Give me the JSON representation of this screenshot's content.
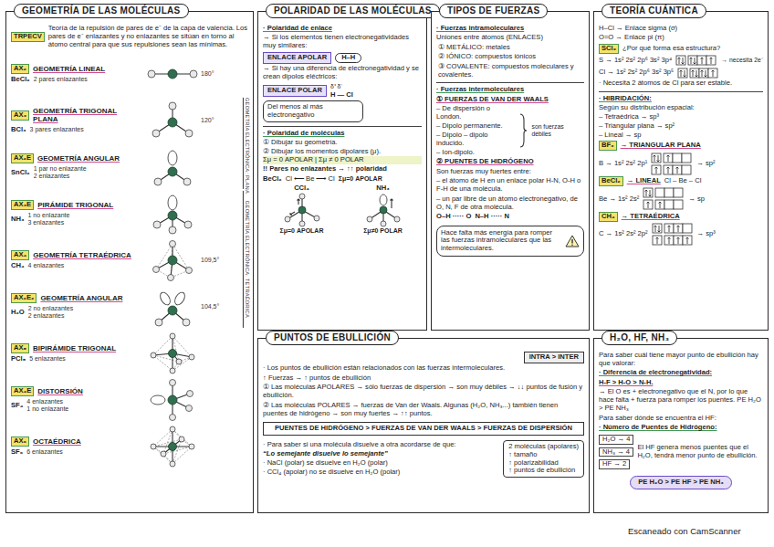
{
  "diagram": {
    "caption": "Escaneado con CamScanner",
    "nodes": [
      {
        "text": [
          "GEOMETRÍA DE LAS MOLÉCULAS",
          "TRPECV",
          "Teoría de la repulsión de pares de e⁻ de la capa de valencia. Los pares de e⁻ enlazantes y no enlazantes se sitúan en torno al átomo central para que sus repulsiones sean las mínimas.",
          "AX₂",
          "GEOMETRÍA LINEAL",
          "BeCl₂",
          "2 pares enlazantes",
          "180°",
          "AX₃",
          "GEOMETRÍA TRIGONAL PLANA",
          "BCl₃",
          "3 pares enlazantes",
          "120°",
          "AX₂E",
          "GEOMETRÍA ANGULAR",
          "SnCl₂",
          "1 par no enlazante",
          "2 enlazantes",
          "AX₃E",
          "PIRÁMIDE TRIGONAL",
          "NH₃",
          "1 no enlazante",
          "3 enlazantes",
          "AX₄",
          "GEOMETRÍA TETRAÉDRICA",
          "CH₄",
          "4 enlazantes",
          "109,5°",
          "AX₂E₂",
          "GEOMETRÍA ANGULAR",
          "H₂O",
          "2 no enlazantes",
          "2 enlazantes",
          "104,5°",
          "AX₅",
          "BIPIRÁMIDE TRIGONAL",
          "PCl₅",
          "5 enlazantes",
          "AX₄E",
          "DISTORSIÓN",
          "SF₄",
          "4 enlazantes",
          "1 no enlazante",
          "AX₆",
          "OCTAÉDRICA",
          "SF₆",
          "6 enlazantes",
          "GEOMETRÍA ELECTRÓNICA: PLANA",
          "GEOMETRÍA ELECTRÓNICA: TETRAÉDRICA"
        ]
      },
      {
        "text": [
          "POLARIDAD DE LAS MOLÉCULAS",
          "· Polaridad de enlace",
          "→ Si los elementos tienen electronegatividades muy similares:",
          "→ Si hay una diferencia de electronegatividad y se crean dipolos eléctricos:",
          "δ⁺ δ⁻",
          "H — Cl",
          "· Polaridad de moléculas",
          "① Dibujar su geometría.",
          "② Dibujar los momentos dipolares (μ).",
          "Σμ = 0 APOLAR | Σμ ≠ 0 POLAR",
          "!! Pares no enlazantes → ↑↑ polaridad",
          "BeCl₂",
          "Cl ⟵ Be ⟶ Cl",
          "Σμ=0 APOLAR",
          "CCl₄",
          "Σμ=0 APOLAR",
          "NH₃",
          "Σμ≠0 POLAR"
        ]
      },
      {
        "text": [
          "ENLACE APOLAR"
        ],
        "in": 1
      },
      {
        "text": [
          "H–H"
        ],
        "in": 1
      },
      {
        "text": [
          "ENLACE POLAR"
        ],
        "in": 1
      },
      {
        "text": [
          "Del menos al más electronegativo"
        ],
        "in": 1
      },
      {
        "text": [
          "TIPOS DE FUERZAS",
          "· Fuerzas intramoleculares",
          "Uniones entre átomos (ENLACES)",
          "① METÁLICO: metales",
          "② IÓNICO: compuestos iónicos",
          "③ COVALENTE: compuestos moleculares y covalentes.",
          "· Fuerzas intermoleculares",
          "① FUERZAS DE VAN DER WAALS",
          "– De dispersión o London.",
          "– Dipolo permanente.",
          "– Dipolo – dipolo inducido.",
          "– Ion-dipolo.",
          "son fuerzas débiles",
          "② PUENTES DE HIDRÓGENO",
          "Son fuerzas muy fuertes entre:",
          "– el átomo de H en un enlace polar H-N, O-H o F-H de una molécula.",
          "– un par libre de un átomo electronegativo, de O, N, F de otra molécula.",
          "O–H ····· O",
          "N–H ····· N"
        ]
      },
      {
        "text": [
          "Hace falta más energía para romper las fuerzas intramoleculares que las intermoleculares."
        ],
        "in": 6
      },
      {
        "text": [
          "TEORÍA CUÁNTICA",
          "H–Cl → Enlace sigma (σ)",
          "O=O → Enlace pi (π)",
          "SCl₂",
          "¿Por qué forma esa estructura?",
          "S → 1s² 2s² 2p⁶ 3s² 3p⁴",
          "→ necesita 2e⁻",
          "Cl → 1s² 2s² 2p⁶ 3s² 3p⁵",
          "· Necesita 2 átomos de Cl para ser estable.",
          "· HIBRIDACIÓN:",
          "Según su distribución espacial:",
          "– Tetraédrica → sp³",
          "– Triangular plana → sp²",
          "– Lineal → sp",
          "BF₃",
          "→ TRIANGULAR PLANA",
          "B → 1s² 2s² 2p¹",
          "→ sp²",
          "BeCl₂",
          "→ LINEAL",
          "Cl – Be – Cl",
          "Be → 1s² 2s²",
          "→ sp",
          "CH₄",
          "→ TETRAÉDRICA",
          "C → 1s² 2s² 2p²",
          "→ sp³"
        ]
      },
      {
        "text": [
          "PUNTOS DE EBULLICIÓN",
          "· Los puntos de ebullición están relacionados con las fuerzas intermoleculares.",
          "↑ Fuerzas → ↑ puntos de ebullición",
          "① Las moléculas APOLARES → sólo fuerzas de dispersión → son muy débiles → ↓↓ puntos de fusión y ebullición.",
          "② Las moléculas POLARES → fuerzas de Van der Waals. Algunas (H₂O, NH₃...) también tienen puentes de hidrógeno → son muy fuertes → ↑↑ puntos.",
          "· Para saber si una molécula disuelve a otra acordarse de que:",
          "“Lo semejante disuelve lo semejante”",
          "· NaCl (polar) se disuelve en H₂O (polar)",
          "· CCl₄ (apolar) no se disuelve en H₂O (polar)"
        ]
      },
      {
        "text": [
          "INTRA > INTER"
        ],
        "in": 9
      },
      {
        "text": [
          "PUENTES DE HIDRÓGENO > FUERZAS DE VAN DER WAALS > FUERZAS DE DISPERSIÓN"
        ],
        "in": 9
      },
      {
        "text": [
          "2 moléculas (apolares)",
          "↑ tamaño",
          "↑ polarizabilidad",
          "↑ puntos de ebullición"
        ],
        "in": 9
      },
      {
        "text": [
          "H₂O, HF, NH₃",
          "Para saber cuál tiene mayor punto de ebullición hay que valorar:",
          "· Diferencia de electronegatividad:",
          "H-F > H-O > N-H.",
          "→ El O es + electronegativo que el N, por lo que hace falta + fuerza para romper los puentes. PE H₂O > PE NH₃",
          "Para saber dónde se encuentra el HF:",
          "· Número de Puentes de Hidrógeno:",
          "H₂O → 4",
          "NH₃ → 4",
          "HF → 2",
          "El HF genera menos puentes que el H₂O, tendrá menor punto de ebullición."
        ]
      },
      {
        "text": [
          "PE H₂O > PE HF > PE NH₃"
        ],
        "in": 13
      }
    ]
  }
}
